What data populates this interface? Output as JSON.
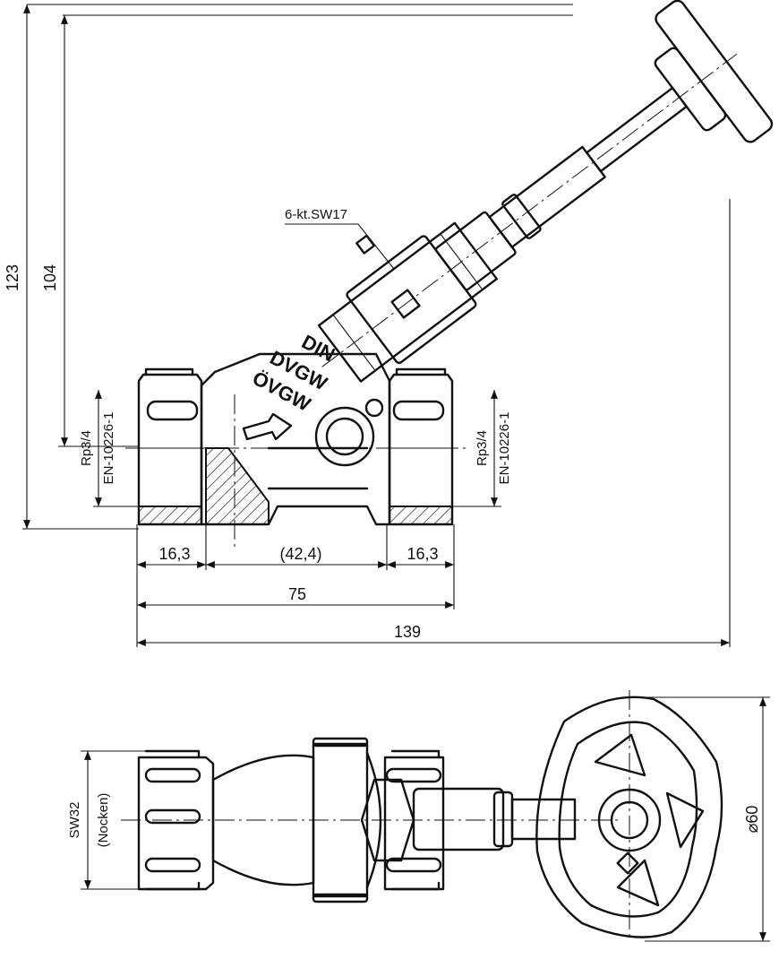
{
  "side_view": {
    "dimensions": {
      "overall_height": "123",
      "center_height": "104",
      "left_face": "16,3",
      "middle": "(42,4)",
      "right_face": "16,3",
      "body_length": "75",
      "total_length": "139"
    },
    "thread_left": {
      "size": "Rp3/4",
      "standard": "EN-10226-1"
    },
    "thread_right": {
      "size": "Rp3/4",
      "standard": "EN-10226-1"
    },
    "hex_callout": "6-kt.SW17",
    "body_markings": [
      "DIN",
      "DVGW",
      "ÖVGW"
    ]
  },
  "top_view": {
    "wrench_size": "SW32",
    "wrench_note": "(Nocken)",
    "handwheel_diameter": "⌀60"
  }
}
